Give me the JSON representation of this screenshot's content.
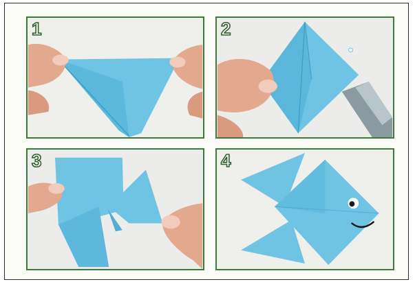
{
  "steps": [
    {
      "number": "1"
    },
    {
      "number": "2"
    },
    {
      "number": "3"
    },
    {
      "number": "4"
    }
  ],
  "colors": {
    "paper": "#6fc3e3",
    "paper_dark": "#4eaed4",
    "panel_border": "#3f7a3c",
    "outer_border": "#2a2a2a",
    "skin": "#e9b59b",
    "nail": "#f4d3cc"
  }
}
